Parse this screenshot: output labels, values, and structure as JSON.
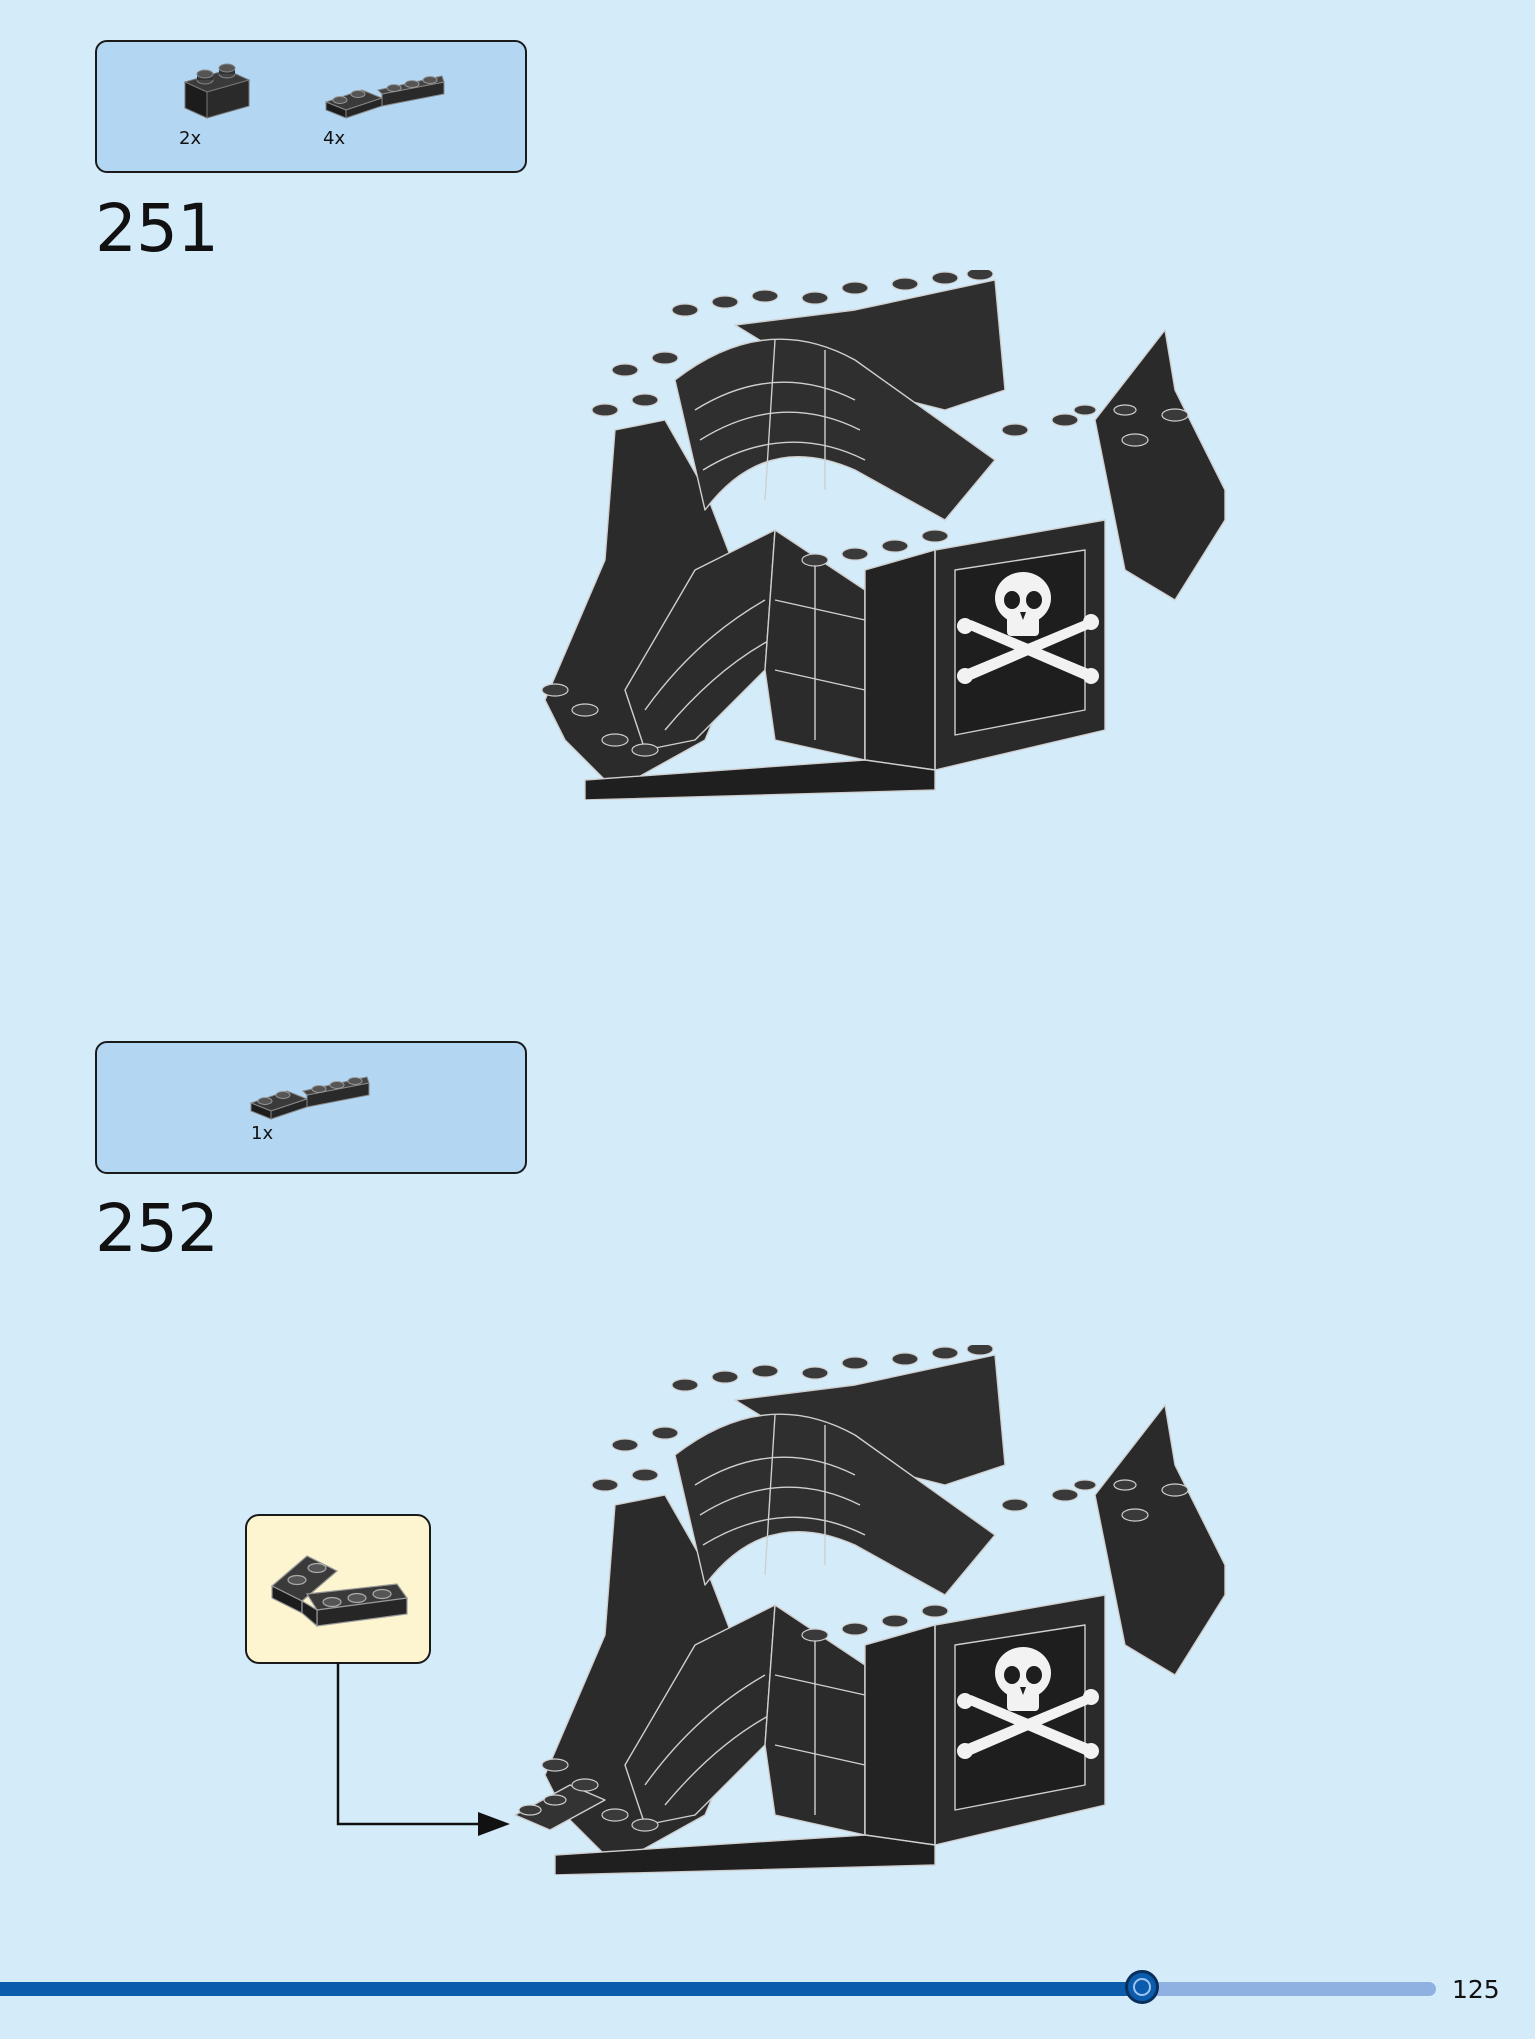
{
  "steps": [
    {
      "number": "251",
      "parts": [
        {
          "name": "brick-1x2-black",
          "qty": "2x"
        },
        {
          "name": "plate-bent-black",
          "qty": "4x"
        }
      ]
    },
    {
      "number": "252",
      "parts": [
        {
          "name": "plate-bent-black",
          "qty": "1x"
        }
      ]
    }
  ],
  "progress": {
    "fraction": 0.795
  },
  "page_number": "125",
  "colors": {
    "background": "#d4ecfa",
    "parts_box": "#b3d7f3",
    "callout": "#fdf5cf",
    "progress": "#0b5cad",
    "brick": "#2b2b2b"
  }
}
